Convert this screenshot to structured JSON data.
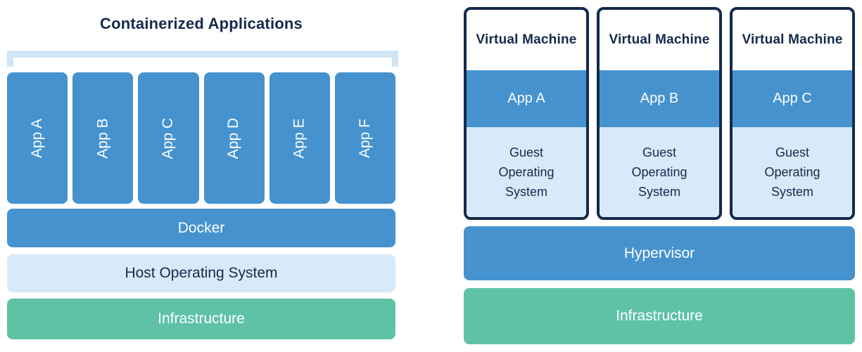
{
  "colors": {
    "primary_blue": "#4592CF",
    "light_blue": "#D8EAF9",
    "bracket_blue": "#CFE6F7",
    "teal_green": "#5FC2A5",
    "navy": "#142A4D",
    "white": "#FFFFFF"
  },
  "left": {
    "title": "Containerized Applications",
    "apps": [
      "App A",
      "App B",
      "App C",
      "App D",
      "App E",
      "App F"
    ],
    "docker_label": "Docker",
    "host_os_label": "Host Operating System",
    "infrastructure_label": "Infrastructure"
  },
  "right": {
    "vms": [
      {
        "title": "Virtual Machine",
        "app": "App A",
        "guest_os": "Guest Operating System"
      },
      {
        "title": "Virtual Machine",
        "app": "App B",
        "guest_os": "Guest Operating System"
      },
      {
        "title": "Virtual Machine",
        "app": "App C",
        "guest_os": "Guest Operating System"
      }
    ],
    "hypervisor_label": "Hypervisor",
    "infrastructure_label": "Infrastructure"
  }
}
